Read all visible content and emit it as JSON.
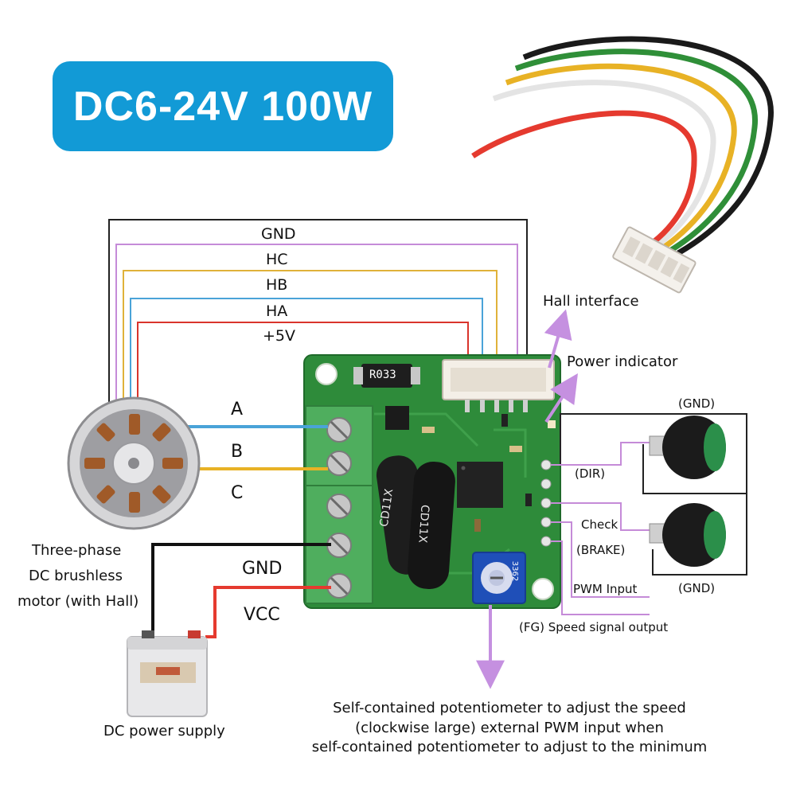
{
  "title": "DC6-24V 100W",
  "colors": {
    "badge": "#129ad6",
    "pcb": "#2e8b3a",
    "terminal": "#4fae5e",
    "wire_red": "#e53a2f",
    "wire_yellow": "#e8b225",
    "wire_white": "#f2f2f2",
    "wire_green": "#2f8f38",
    "wire_black": "#1a1a1a",
    "line_violet": "#c58bd8",
    "line_yellow": "#e0b23a",
    "line_blue": "#4aa3d8",
    "line_red": "#d9342c",
    "arrow_violet": "#c590e0"
  },
  "hall_wires": {
    "gnd": "GND",
    "hc": "HC",
    "hb": "HB",
    "ha": "HA",
    "v5": "+5V"
  },
  "phases": {
    "a": "A",
    "b": "B",
    "c": "C"
  },
  "power": {
    "gnd": "GND",
    "vcc": "VCC"
  },
  "labels": {
    "hall_interface": "Hall interface",
    "power_indicator": "Power indicator",
    "motor_line1": "Three-phase",
    "motor_line2": "DC brushless",
    "motor_line3": "motor (with Hall)",
    "power_supply": "DC power supply",
    "gnd_top": "(GND)",
    "gnd_bottom": "(GND)",
    "dir": "(DIR)",
    "check": "Check",
    "brake": "(BRAKE)",
    "pwm": "PWM Input",
    "fg": "(FG) Speed signal output"
  },
  "components": {
    "resistor": "R033",
    "capacitor_a": "CD11X",
    "capacitor_b": "CD11X",
    "potentiometer": "3362"
  },
  "bottom_note": [
    "Self-contained potentiometer to adjust the speed",
    "(clockwise large) external PWM input when",
    "self-contained potentiometer to adjust to the minimum"
  ]
}
